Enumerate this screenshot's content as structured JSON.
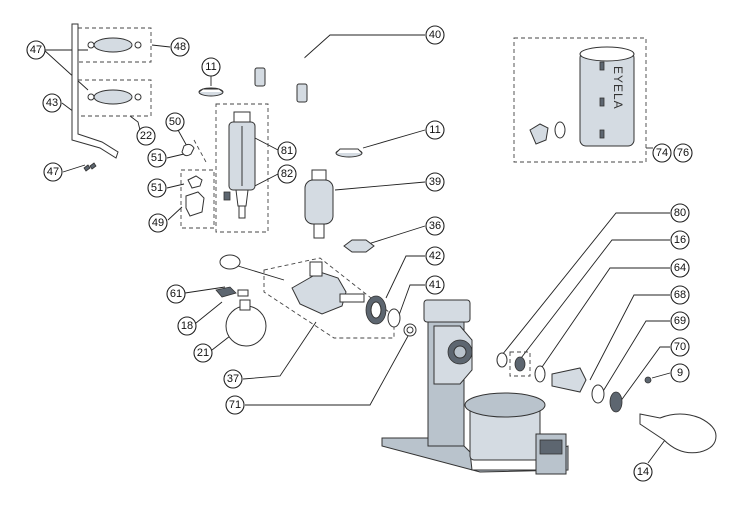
{
  "callouts": [
    {
      "label": "47"
    },
    {
      "label": "48"
    },
    {
      "label": "43"
    },
    {
      "label": "22"
    },
    {
      "label": "47"
    },
    {
      "label": "11"
    },
    {
      "label": "40"
    },
    {
      "label": "50"
    },
    {
      "label": "51"
    },
    {
      "label": "51"
    },
    {
      "label": "49"
    },
    {
      "label": "81"
    },
    {
      "label": "82"
    },
    {
      "label": "11"
    },
    {
      "label": "39"
    },
    {
      "label": "36"
    },
    {
      "label": "42"
    },
    {
      "label": "41"
    },
    {
      "label": "61"
    },
    {
      "label": "18"
    },
    {
      "label": "21"
    },
    {
      "label": "37"
    },
    {
      "label": "71"
    },
    {
      "label": "74"
    },
    {
      "label": "76"
    },
    {
      "label": "80"
    },
    {
      "label": "16"
    },
    {
      "label": "64"
    },
    {
      "label": "68"
    },
    {
      "label": "69"
    },
    {
      "label": "70"
    },
    {
      "label": "9"
    },
    {
      "label": "14"
    }
  ],
  "logo": {
    "text": "EYELA"
  }
}
